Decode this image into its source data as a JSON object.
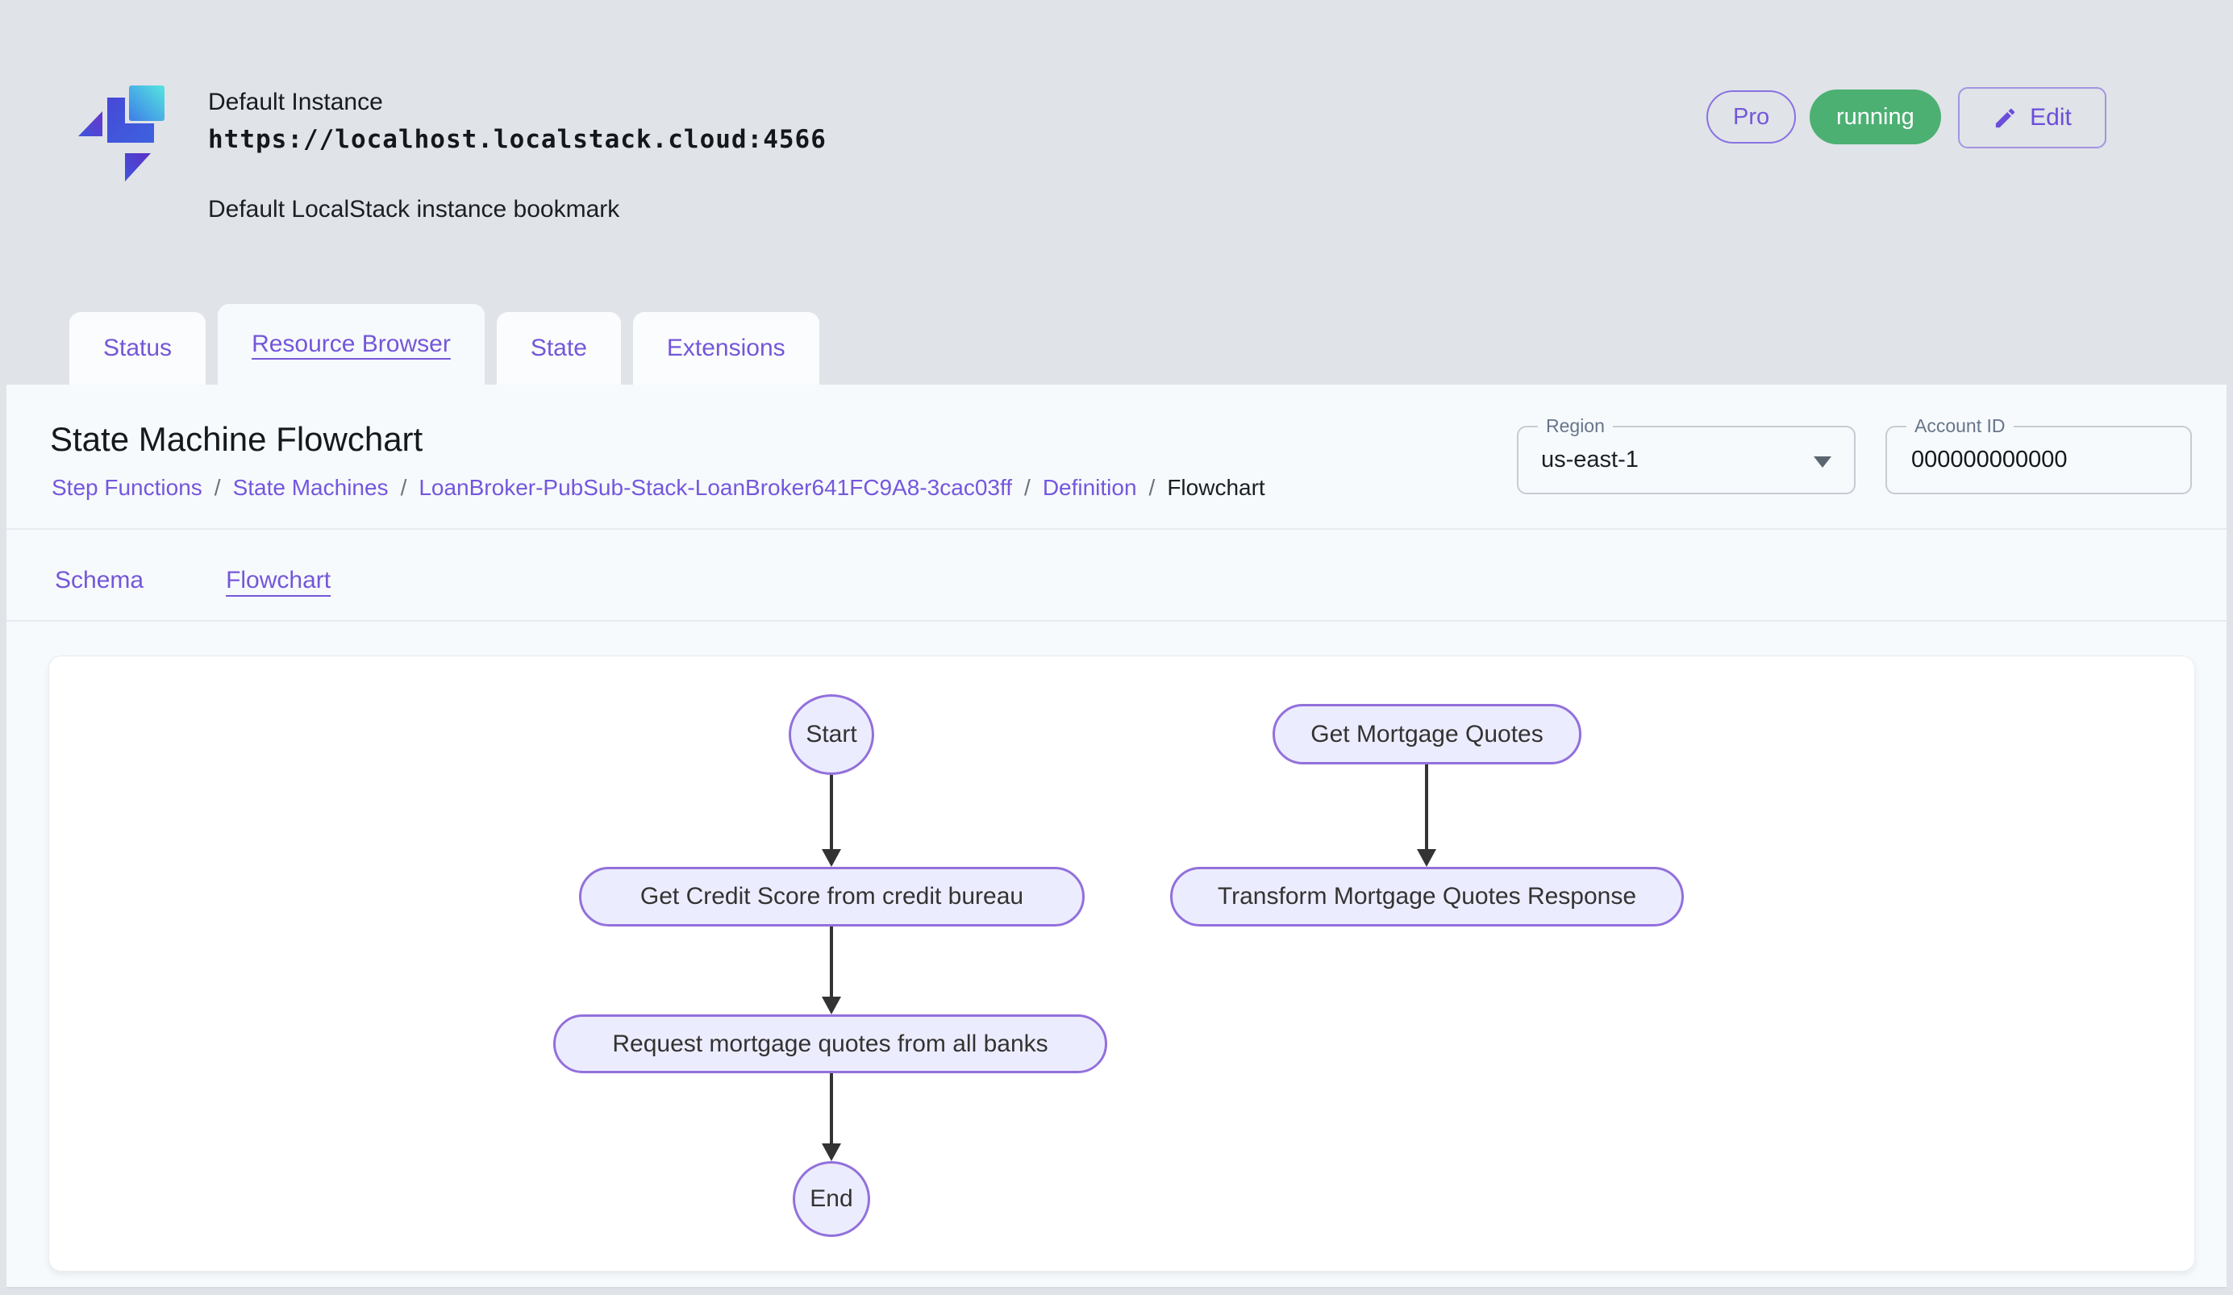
{
  "header": {
    "instance_name": "Default Instance",
    "instance_url": "https://localhost.localstack.cloud:4566",
    "instance_description": "Default LocalStack instance bookmark",
    "pro_badge": "Pro",
    "status_badge": "running",
    "edit_button": "Edit"
  },
  "tabs": [
    {
      "label": "Status",
      "active": false
    },
    {
      "label": "Resource Browser",
      "active": true
    },
    {
      "label": "State",
      "active": false
    },
    {
      "label": "Extensions",
      "active": false
    }
  ],
  "page": {
    "title": "State Machine Flowchart",
    "breadcrumbs": [
      "Step Functions",
      "State Machines",
      "LoanBroker-PubSub-Stack-LoanBroker641FC9A8-3cac03ff",
      "Definition",
      "Flowchart"
    ],
    "breadcrumb_separator": "/",
    "region": {
      "label": "Region",
      "value": "us-east-1"
    },
    "account": {
      "label": "Account ID",
      "value": "000000000000"
    }
  },
  "subtabs": [
    {
      "label": "Schema",
      "active": false
    },
    {
      "label": "Flowchart",
      "active": true
    }
  ],
  "flowchart": {
    "nodes": [
      {
        "id": "start",
        "label": "Start",
        "shape": "circle"
      },
      {
        "id": "quotes",
        "label": "Get Mortgage Quotes",
        "shape": "stadium"
      },
      {
        "id": "credit",
        "label": "Get Credit Score from credit bureau",
        "shape": "stadium"
      },
      {
        "id": "transform",
        "label": "Transform Mortgage Quotes Response",
        "shape": "stadium"
      },
      {
        "id": "request",
        "label": "Request mortgage quotes from all banks",
        "shape": "stadium"
      },
      {
        "id": "end",
        "label": "End",
        "shape": "circle"
      }
    ],
    "edges": [
      [
        "start",
        "credit"
      ],
      [
        "quotes",
        "transform"
      ],
      [
        "credit",
        "request"
      ],
      [
        "request",
        "end"
      ]
    ],
    "colors": {
      "node_fill": "#ECECFF",
      "node_border": "#9370DB",
      "arrow": "#333333"
    }
  },
  "colors": {
    "accent_purple": "#7457d9",
    "running_green": "#4cb073",
    "page_background": "#e0e3e8",
    "panel_background": "#f7fafc"
  }
}
